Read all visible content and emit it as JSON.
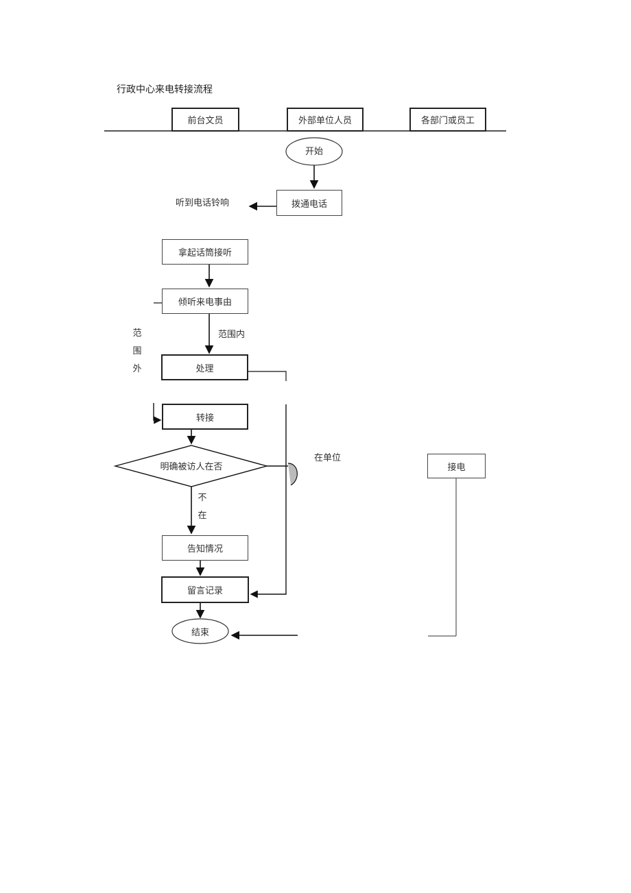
{
  "title": "行政中心来电转接流程",
  "lanes": {
    "front_desk": "前台文员",
    "external": "外部单位人员",
    "departments": "各部门或员工"
  },
  "nodes": {
    "start": "开始",
    "dial": "拨通电话",
    "hear_ring": "听到电话铃响",
    "pickup": "拿起话筒接听",
    "listen": "倾听来电事由",
    "handle": "处理",
    "transfer": "转接",
    "decision": "明确被访人在否",
    "notify": "告知情况",
    "message": "留言记录",
    "end": "结束",
    "answer": "接电"
  },
  "edge_labels": {
    "in_scope": "范围内",
    "out_of_scope": [
      "范",
      "围",
      "外"
    ],
    "not_present": [
      "不",
      "在"
    ],
    "at_unit": "在单位"
  }
}
